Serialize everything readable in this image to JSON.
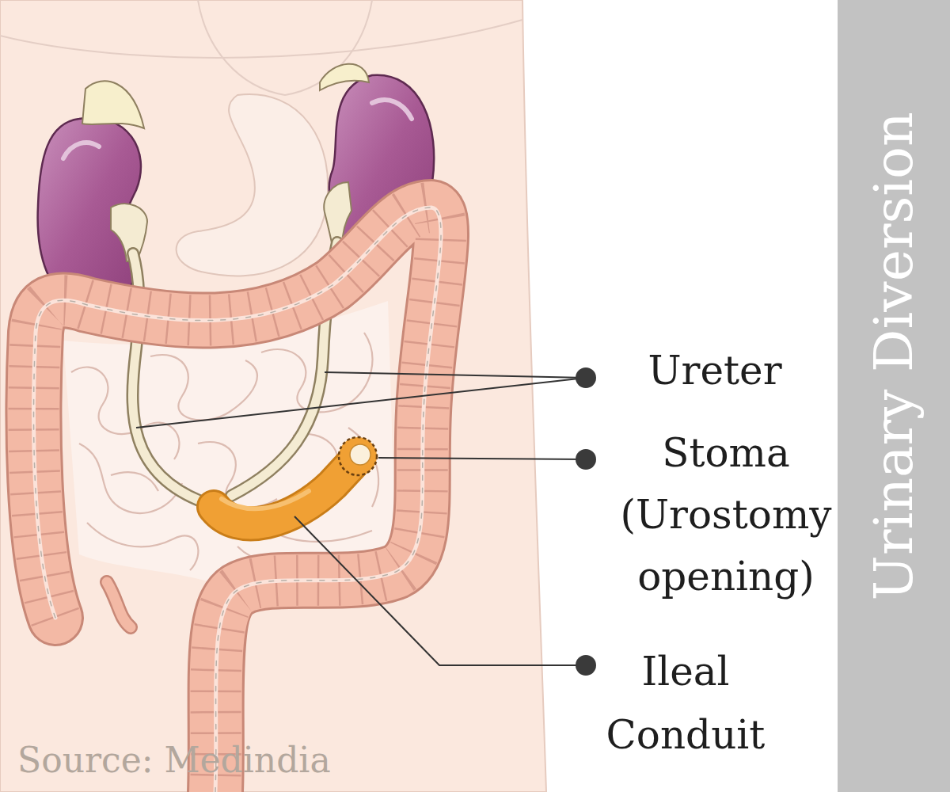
{
  "diagram": {
    "title": "Urinary Diversion",
    "labels": [
      "Ureter",
      "Stoma (Urostomy opening)",
      "Ileal Conduit",
      "Source: Medindia"
    ]
  }
}
